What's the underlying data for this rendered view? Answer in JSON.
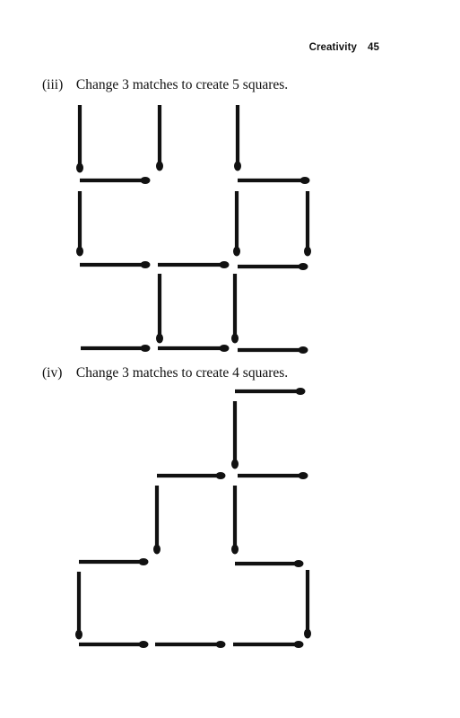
{
  "running_head": {
    "title": "Creativity",
    "page_number": "45"
  },
  "puzzles": [
    {
      "label": "(iii)",
      "text": "Change 3 matches to create 5 squares."
    },
    {
      "label": "(iv)",
      "text": "Change 3 matches to create 4 squares."
    }
  ]
}
